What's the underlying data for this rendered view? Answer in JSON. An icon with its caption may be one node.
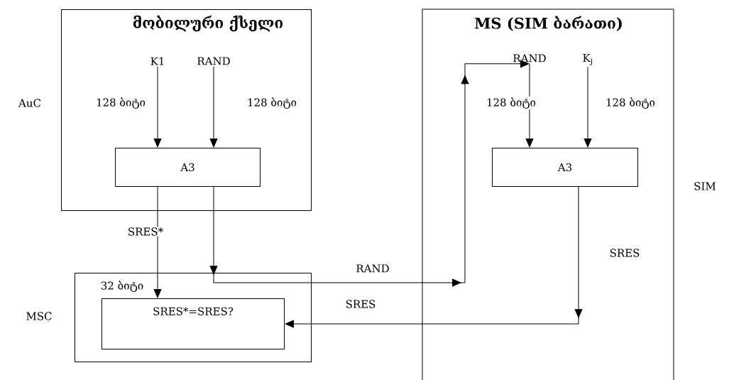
{
  "diagram": {
    "nodes": [
      {
        "text": [
          "მობილური ქსელი",
          "AuC"
        ]
      },
      {
        "text": [
          "K1"
        ],
        "in": 0
      },
      {
        "text": [
          "RAND"
        ],
        "in": 0
      },
      {
        "text": [
          "A3"
        ],
        "in": 0
      },
      {
        "text": [
          "MSC"
        ]
      },
      {
        "text": [
          "SRES*=SRES?"
        ],
        "in": 4
      },
      {
        "text": [
          "MS (SIM ბარათი)",
          "SIM"
        ]
      },
      {
        "text": [
          "RAND"
        ],
        "in": 6
      },
      {
        "text": [
          "K$_{j}$"
        ],
        "in": 6
      },
      {
        "text": [
          "A3"
        ],
        "in": 6
      }
    ],
    "edges": [
      {
        "from": 1,
        "to": 3,
        "arrow": "to",
        "label": "128 ბიტი"
      },
      {
        "from": 2,
        "to": 3,
        "arrow": "to",
        "label": "128 ბიტი"
      },
      {
        "from": 3,
        "to": 5,
        "arrow": "to",
        "label": "SRES*"
      },
      {
        "from": 3,
        "to": 7,
        "arrow": "to",
        "label": "RAND"
      },
      {
        "from": 7,
        "to": 9,
        "arrow": "to",
        "label": "128 ბიტი"
      },
      {
        "from": 8,
        "to": 9,
        "arrow": "to",
        "label": "128 ბიტი"
      },
      {
        "from": 9,
        "to": 5,
        "arrow": "to",
        "label": "SRES"
      }
    ],
    "labels": [
      "32 ბიტი",
      "SRES"
    ]
  }
}
